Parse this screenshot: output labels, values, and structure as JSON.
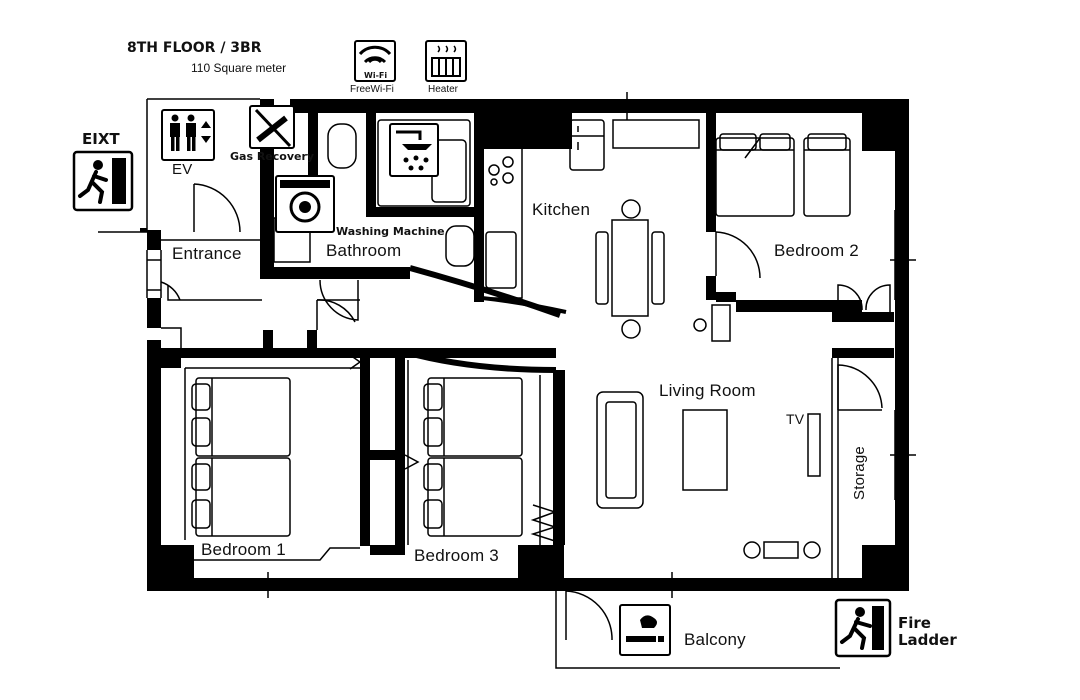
{
  "header": {
    "floor_title": "8TH FLOOR / 3BR",
    "area": "110 Square meter"
  },
  "amenities": [
    {
      "label": "FreeWi-Fi",
      "badge": "Wi-Fi",
      "icon": "wifi-icon"
    },
    {
      "label": "Heater",
      "icon": "heater-icon"
    }
  ],
  "rooms": {
    "kitchen": "Kitchen",
    "bedroom2": "Bedroom 2",
    "entrance": "Entrance",
    "bathroom": "Bathroom",
    "living": "Living Room",
    "tv": "TV",
    "storage": "Storage",
    "bedroom1": "Bedroom 1",
    "bedroom3": "Bedroom 3",
    "balcony": "Balcony",
    "ev": "EV"
  },
  "labels": {
    "gas_recovery": "Gas Recovery",
    "washing_machine": "Washing Machine",
    "exit": "EIXT",
    "fire_ladder": "Fire Ladder"
  }
}
